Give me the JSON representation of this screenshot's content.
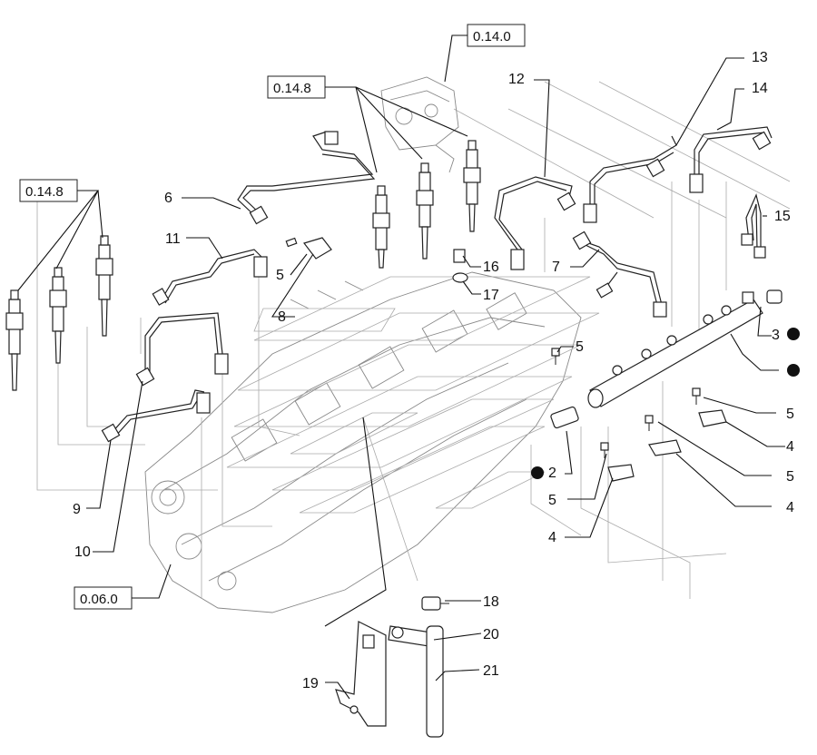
{
  "ref_boxes": [
    {
      "id": "ref-0140",
      "text": "0.14.0"
    },
    {
      "id": "ref-0148-top",
      "text": "0.14.8"
    },
    {
      "id": "ref-0148-left",
      "text": "0.14.8"
    },
    {
      "id": "ref-0060",
      "text": "0.06.0"
    }
  ],
  "labels": {
    "n2": "2",
    "n3": "3",
    "n4a": "4",
    "n4b": "4",
    "n4c": "4",
    "n5a": "5",
    "n5b": "5",
    "n5c": "5",
    "n5d": "5",
    "n5e": "5",
    "n6": "6",
    "n7": "7",
    "n8": "8",
    "n9": "9",
    "n10": "10",
    "n11": "11",
    "n12": "12",
    "n13": "13",
    "n14": "14",
    "n15": "15",
    "n16": "16",
    "n17": "17",
    "n18": "18",
    "n19": "19",
    "n20": "20",
    "n21": "21"
  },
  "markers": [
    "dot-3",
    "dot-rail",
    "dot-2"
  ]
}
